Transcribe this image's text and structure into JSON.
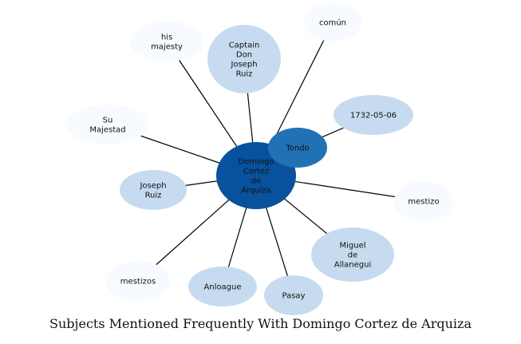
{
  "title": "Subjects Mentioned Frequently With Domingo Cortez de Arquiza",
  "center": {
    "label": [
      "Domingo",
      "Cortez",
      "de",
      "Arquiza"
    ],
    "color": "#08519c"
  },
  "hub": {
    "label": [
      "Tondo"
    ],
    "color": "#2171b5"
  },
  "nodes": [
    {
      "id": "his-majesty",
      "label": [
        "his",
        "majesty"
      ],
      "color": "#f7fbff",
      "link": "center"
    },
    {
      "id": "captain-don-joseph-ruiz",
      "label": [
        "Captain",
        "Don",
        "Joseph",
        "Ruiz"
      ],
      "color": "#c6dbef",
      "link": "center"
    },
    {
      "id": "comun",
      "label": [
        "común"
      ],
      "color": "#f7fbff",
      "link": "center"
    },
    {
      "id": "su-majestad",
      "label": [
        "Su",
        "Majestad"
      ],
      "color": "#f7fbff",
      "link": "center"
    },
    {
      "id": "date-1732-05-06",
      "label": [
        "1732-05-06"
      ],
      "color": "#c6dbef",
      "link": "hub"
    },
    {
      "id": "joseph-ruiz",
      "label": [
        "Joseph",
        "Ruiz"
      ],
      "color": "#c6dbef",
      "link": "center"
    },
    {
      "id": "mestizo",
      "label": [
        "mestizo"
      ],
      "color": "#f7fbff",
      "link": "center"
    },
    {
      "id": "mestizos",
      "label": [
        "mestizos"
      ],
      "color": "#f7fbff",
      "link": "center"
    },
    {
      "id": "anloague",
      "label": [
        "Anloague"
      ],
      "color": "#c6dbef",
      "link": "center"
    },
    {
      "id": "pasay",
      "label": [
        "Pasay"
      ],
      "color": "#c6dbef",
      "link": "center"
    },
    {
      "id": "miguel-de-allanegui",
      "label": [
        "Miguel",
        "de",
        "Allanegui"
      ],
      "color": "#c6dbef",
      "link": "center"
    }
  ]
}
